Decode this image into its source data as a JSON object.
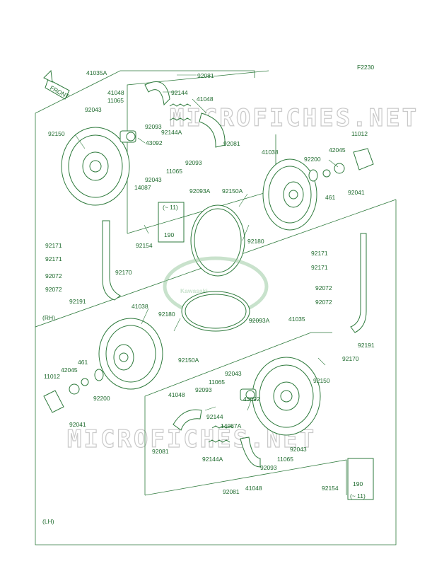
{
  "figure_code": "F2230",
  "front_label": "FRONT",
  "rh_label": "(RH)",
  "lh_label": "(LH)",
  "watermark_text": "MICROFICHES.NET",
  "logo_text": "Kawasaki",
  "colors": {
    "line": "#2e7a3c",
    "text": "#1f6b2e",
    "watermark": "#c9c9c9"
  },
  "rh_parts": {
    "p41035a": "41035A",
    "p92081a": "92081",
    "p41048a": "41048",
    "p92144": "92144",
    "p41048b": "41048",
    "p11065a": "11065",
    "p92043a": "92043",
    "p92093a": "92093",
    "p92144a": "92144A",
    "p92081b": "92081",
    "p92150": "92150",
    "p43092": "43092",
    "p11012": "11012",
    "p42045": "42045",
    "p41038": "41038",
    "p92200": "92200",
    "p92093b": "92093",
    "p11065b": "11065",
    "p92043b": "92043",
    "p14087": "14087",
    "p461": "461",
    "p92041": "92041",
    "p92093a_ring": "92093A",
    "p92150a": "92150A",
    "p11_top": "(~ 11)",
    "p190": "190",
    "p92154": "92154",
    "p92180": "92180",
    "p92171a": "92171",
    "p92171b": "92171",
    "p92072a": "92072",
    "p92072b": "92072",
    "p92170": "92170",
    "p92191": "92191"
  },
  "lh_parts": {
    "p92171a": "92171",
    "p92171b": "92171",
    "p92072a": "92072",
    "p92072b": "92072",
    "p41038": "41038",
    "p92180": "92180",
    "p92093a_ring": "92093A",
    "p41035": "41035",
    "p92191": "92191",
    "p92150a": "92150A",
    "p92170": "92170",
    "p461": "461",
    "p11012": "11012",
    "p42045": "42045",
    "p92043a": "92043",
    "p92150": "92150",
    "p11065a": "11065",
    "p41048a": "41048",
    "p92093a": "92093",
    "p92200": "92200",
    "p43092": "43092",
    "p92144": "92144",
    "p14087a": "14087A",
    "p92041": "92041",
    "p92081a": "92081",
    "p92043b": "92043",
    "p92144a": "92144A",
    "p11065b": "11065",
    "p92093b": "92093",
    "p190": "190",
    "p11_bot": "(~ 11)",
    "p92154": "92154",
    "p92081b": "92081",
    "p41048b": "41048"
  }
}
